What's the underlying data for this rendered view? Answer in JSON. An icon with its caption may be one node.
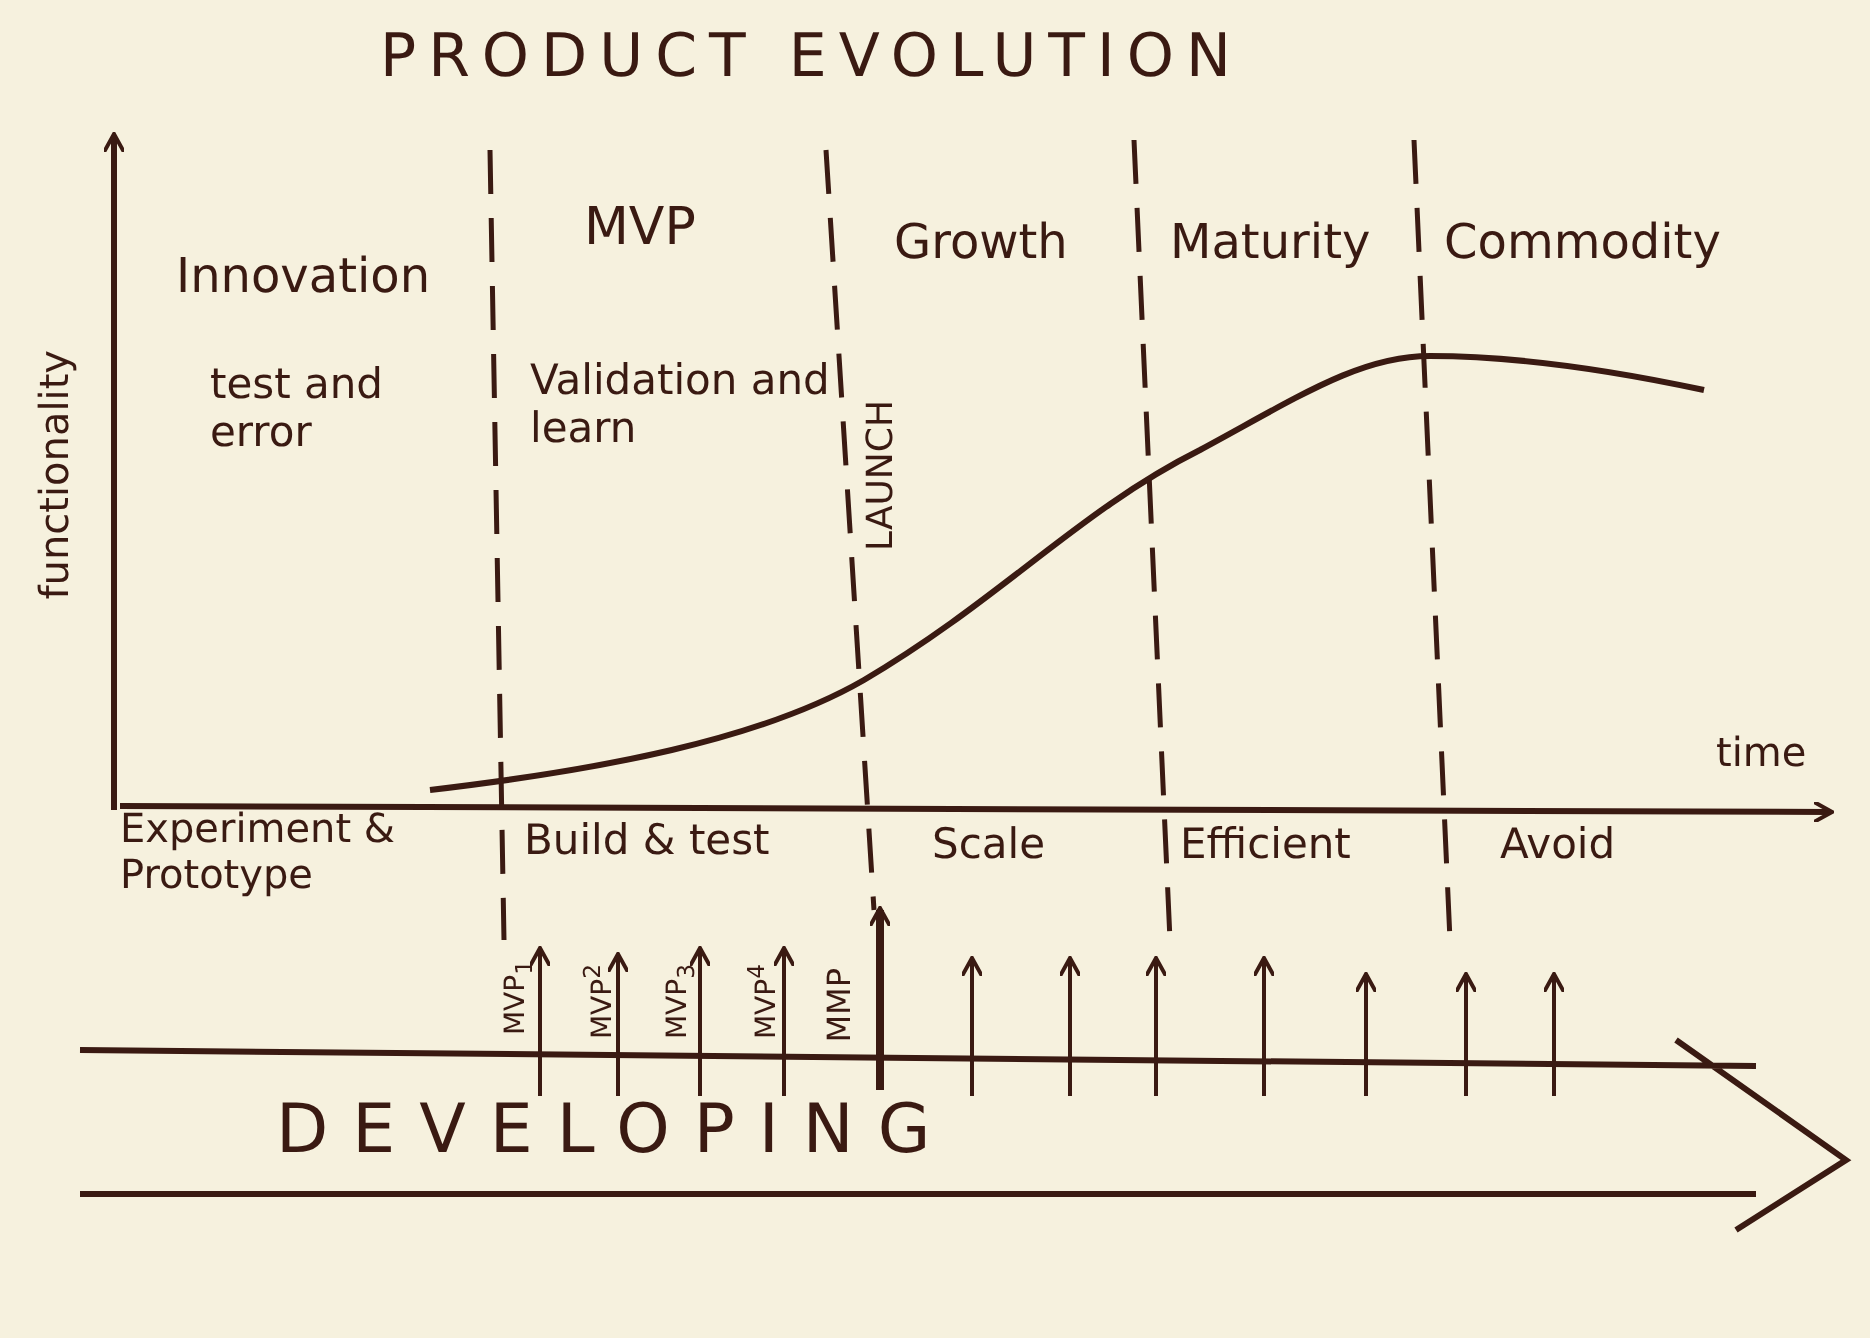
{
  "diagram": {
    "title": "PRODUCT EVOLUTION",
    "nodes": [
      {
        "text": [
          "DEVELOPING"
        ]
      }
    ],
    "labels": [
      "functionality",
      "Innovation",
      "MVP",
      "Growth",
      "Maturity",
      "Commodity",
      "test and error",
      "Validation and learn",
      "LAUNCH",
      "time",
      "Experiment & Prototype",
      "Build & test",
      "Scale",
      "Efficient",
      "Avoid",
      "MVP$_{1}$",
      "MVP$^{2}$",
      "MVP$_{3}$",
      "MVP$^{4}$",
      "MMP"
    ]
  }
}
